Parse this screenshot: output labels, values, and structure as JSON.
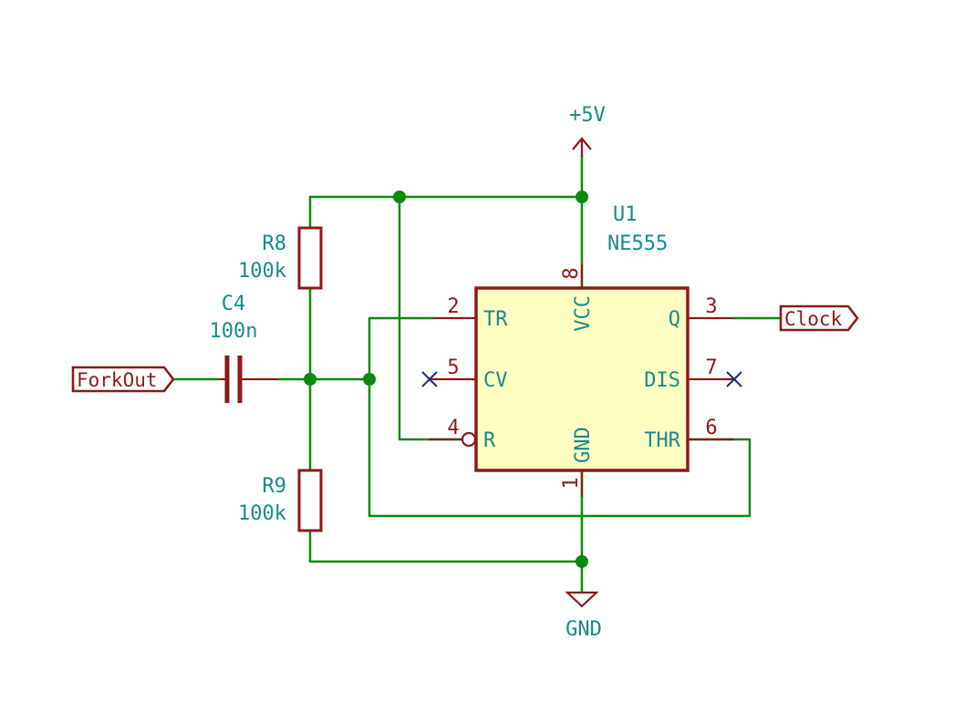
{
  "power": {
    "vcc_label": "+5V",
    "gnd_label": "GND"
  },
  "u1": {
    "ref": "U1",
    "value": "NE555",
    "pins": {
      "tr": {
        "num": "2",
        "name": "TR"
      },
      "cv": {
        "num": "5",
        "name": "CV"
      },
      "r": {
        "num": "4",
        "name": "R"
      },
      "q": {
        "num": "3",
        "name": "Q"
      },
      "dis": {
        "num": "7",
        "name": "DIS"
      },
      "thr": {
        "num": "6",
        "name": "THR"
      },
      "vcc": {
        "num": "8",
        "name": "VCC"
      },
      "gnd": {
        "num": "1",
        "name": "GND"
      }
    }
  },
  "r8": {
    "ref": "R8",
    "value": "100k"
  },
  "r9": {
    "ref": "R9",
    "value": "100k"
  },
  "c4": {
    "ref": "C4",
    "value": "100n"
  },
  "ports": {
    "input": "ForkOut",
    "output": "Clock"
  },
  "colors": {
    "wire": "#0b8a0b",
    "component": "#8b1a1a",
    "text": "#1a8a8a",
    "ic_fill": "#ffffc2",
    "no_connect": "#1f2a8a"
  }
}
